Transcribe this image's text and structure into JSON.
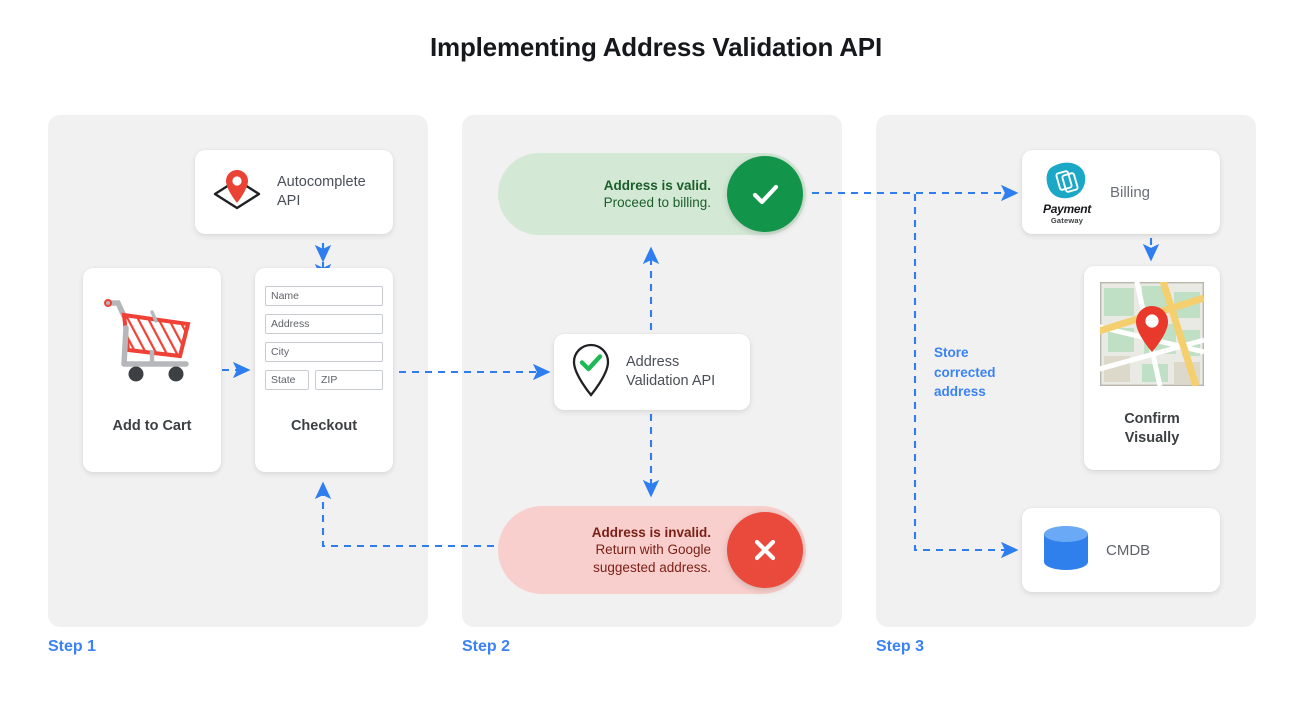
{
  "page": {
    "title": "Implementing Address Validation API",
    "background": "#ffffff",
    "accent_blue": "#3b82f6",
    "panel_bg": "#f1f1f1"
  },
  "steps": [
    {
      "label": "Step 1"
    },
    {
      "label": "Step 2"
    },
    {
      "label": "Step 3"
    }
  ],
  "step1": {
    "autocomplete_card": {
      "label": "Autocomplete\nAPI",
      "label_line1": "Autocomplete",
      "label_line2": "API",
      "icon": "map-pin-on-diamond-icon"
    },
    "cart_card": {
      "label": "Add to Cart",
      "icon": "shopping-cart-icon"
    },
    "checkout_card": {
      "label": "Checkout",
      "fields": [
        {
          "name": "name-field",
          "placeholder": "Name"
        },
        {
          "name": "address-field",
          "placeholder": "Address"
        },
        {
          "name": "city-field",
          "placeholder": "City"
        },
        {
          "name": "state-field",
          "placeholder": "State"
        },
        {
          "name": "zip-field",
          "placeholder": "ZIP"
        }
      ]
    }
  },
  "step2": {
    "valid_pill": {
      "line1": "Address is valid.",
      "line2": "Proceed to billing.",
      "badge_icon": "check-icon",
      "bg_color": "#d3e9d6",
      "badge_color": "#12954a"
    },
    "validation_card": {
      "label_line1": "Address",
      "label_line2": "Validation API",
      "icon": "pin-with-green-check-icon"
    },
    "invalid_pill": {
      "line1": "Address is invalid.",
      "line2": "Return with Google",
      "line3": "suggested address.",
      "badge_icon": "close-x-icon",
      "bg_color": "#f8cfcc",
      "badge_color": "#ea4a3b"
    }
  },
  "step3": {
    "billing_card": {
      "label": "Billing",
      "logo_word": "Payment",
      "logo_sub": "Gateway",
      "icon": "payment-gateway-logo-icon"
    },
    "confirm_card": {
      "label_line1": "Confirm",
      "label_line2": "Visually",
      "icon": "map-thumbnail-icon"
    },
    "cmdb_card": {
      "label": "CMDB",
      "icon": "database-cylinder-icon"
    },
    "store_note": {
      "line1": "Store",
      "line2": "corrected",
      "line3": "address"
    }
  },
  "connectors": [
    {
      "name": "cart-to-checkout-arrow",
      "type": "arrow-right"
    },
    {
      "name": "autocomplete-checkout-double-arrow",
      "type": "arrow-both-vertical"
    },
    {
      "name": "checkout-to-validation-arrow",
      "type": "arrow-right"
    },
    {
      "name": "validation-to-valid-arrow",
      "type": "arrow-up"
    },
    {
      "name": "validation-to-invalid-arrow",
      "type": "arrow-down"
    },
    {
      "name": "valid-to-billing-arrow",
      "type": "arrow-right"
    },
    {
      "name": "invalid-to-checkout-arrow",
      "type": "arrow-up-left-elbow"
    },
    {
      "name": "billing-to-confirm-arrow",
      "type": "arrow-down"
    },
    {
      "name": "store-to-cmdb-arrow",
      "type": "arrow-right-elbow"
    }
  ]
}
